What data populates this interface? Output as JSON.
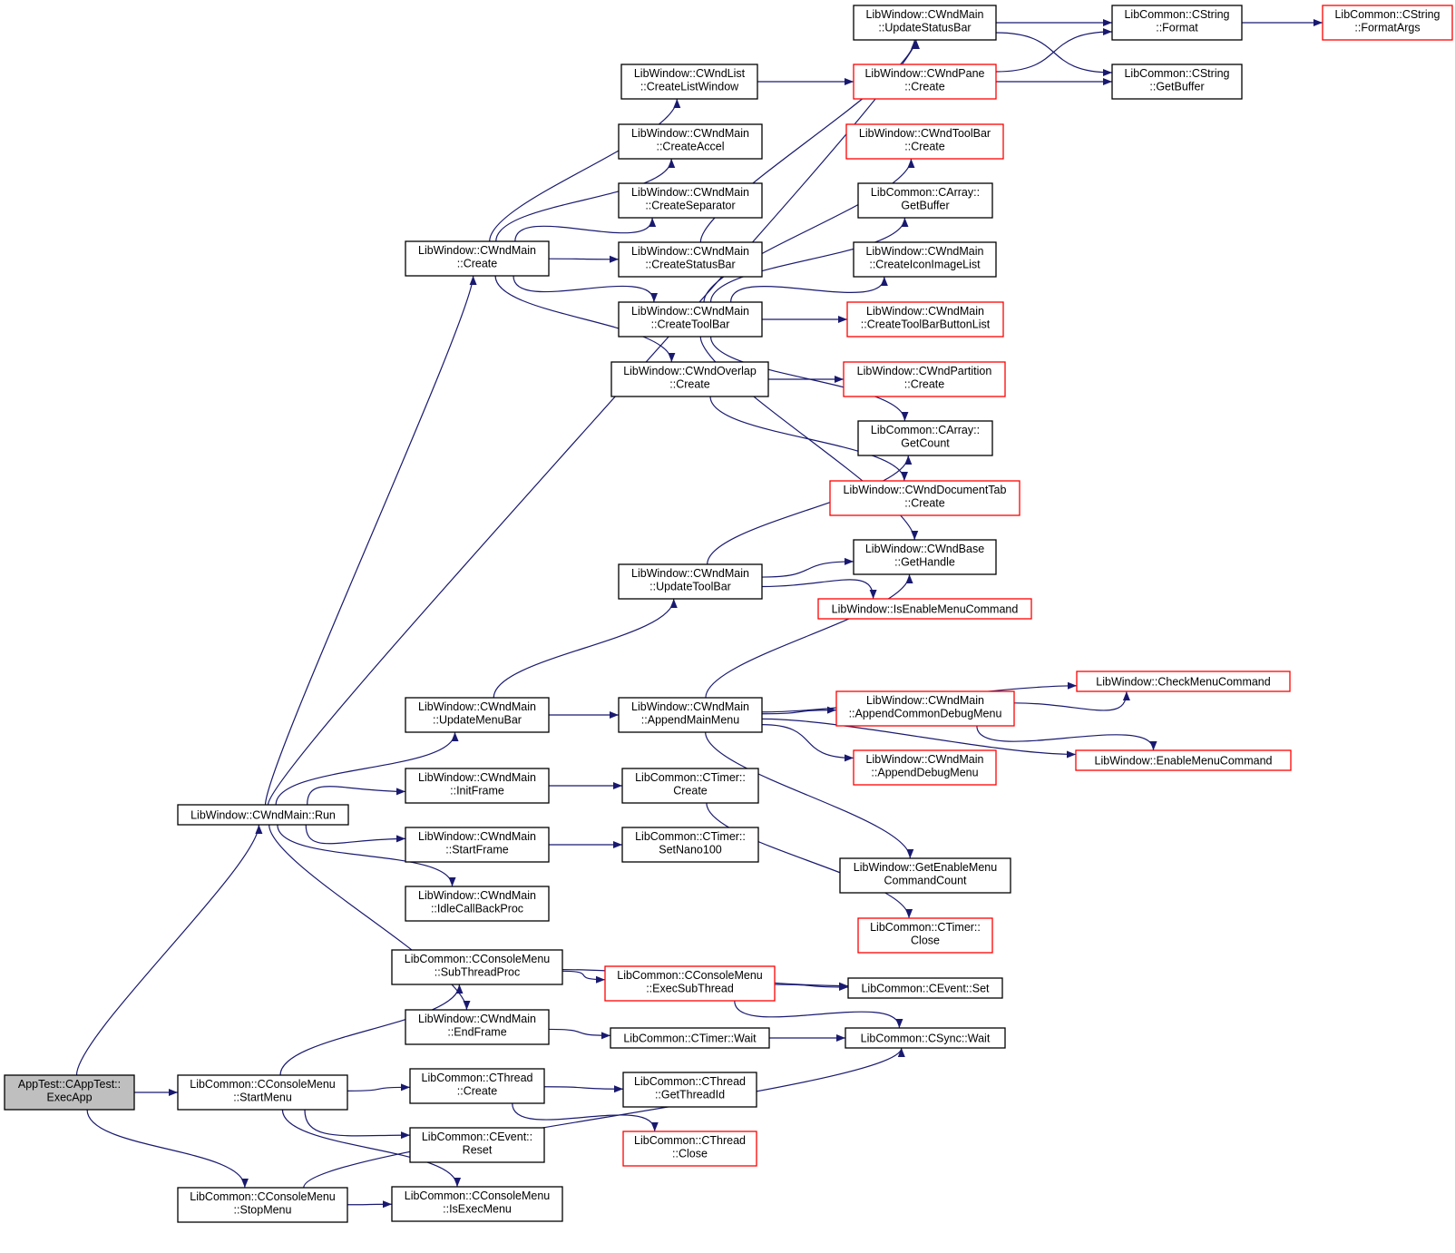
{
  "graph": {
    "colors": {
      "edge": "#191970",
      "root_fill": "#bfbfbf",
      "default_border": "#000000",
      "truncated_border": "#ff0000"
    },
    "nodes": [
      {
        "id": "n0",
        "line1": "AppTest::CAppTest::",
        "line2": "ExecApp",
        "style": "root"
      },
      {
        "id": "n1",
        "line1": "LibWindow::CWndMain::Run",
        "line2": "",
        "style": "normal"
      },
      {
        "id": "n2",
        "line1": "LibCommon::CConsoleMenu",
        "line2": "::StartMenu",
        "style": "normal"
      },
      {
        "id": "n3",
        "line1": "LibCommon::CConsoleMenu",
        "line2": "::StopMenu",
        "style": "normal"
      },
      {
        "id": "n4",
        "line1": "LibWindow::CWndMain",
        "line2": "::Create",
        "style": "normal"
      },
      {
        "id": "n5",
        "line1": "LibWindow::CWndMain",
        "line2": "::UpdateMenuBar",
        "style": "normal"
      },
      {
        "id": "n6",
        "line1": "LibWindow::CWndMain",
        "line2": "::InitFrame",
        "style": "normal"
      },
      {
        "id": "n7",
        "line1": "LibWindow::CWndMain",
        "line2": "::StartFrame",
        "style": "normal"
      },
      {
        "id": "n8",
        "line1": "LibWindow::CWndMain",
        "line2": "::IdleCallBackProc",
        "style": "normal"
      },
      {
        "id": "n9",
        "line1": "LibCommon::CConsoleMenu",
        "line2": "::SubThreadProc",
        "style": "normal"
      },
      {
        "id": "n10",
        "line1": "LibWindow::CWndMain",
        "line2": "::EndFrame",
        "style": "normal"
      },
      {
        "id": "n11",
        "line1": "LibCommon::CThread",
        "line2": "::Create",
        "style": "normal"
      },
      {
        "id": "n12",
        "line1": "LibCommon::CEvent::",
        "line2": "Reset",
        "style": "normal"
      },
      {
        "id": "n13",
        "line1": "LibCommon::CConsoleMenu",
        "line2": "::IsExecMenu",
        "style": "normal"
      },
      {
        "id": "n14",
        "line1": "LibWindow::CWndList",
        "line2": "::CreateListWindow",
        "style": "normal"
      },
      {
        "id": "n15",
        "line1": "LibWindow::CWndMain",
        "line2": "::CreateAccel",
        "style": "normal"
      },
      {
        "id": "n16",
        "line1": "LibWindow::CWndMain",
        "line2": "::CreateSeparator",
        "style": "normal"
      },
      {
        "id": "n17",
        "line1": "LibWindow::CWndMain",
        "line2": "::CreateStatusBar",
        "style": "normal"
      },
      {
        "id": "n18",
        "line1": "LibWindow::CWndMain",
        "line2": "::CreateToolBar",
        "style": "normal"
      },
      {
        "id": "n19",
        "line1": "LibWindow::CWndOverlap",
        "line2": "::Create",
        "style": "normal"
      },
      {
        "id": "n20",
        "line1": "LibWindow::CWndMain",
        "line2": "::UpdateToolBar",
        "style": "normal"
      },
      {
        "id": "n21",
        "line1": "LibWindow::CWndMain",
        "line2": "::AppendMainMenu",
        "style": "normal"
      },
      {
        "id": "n22",
        "line1": "LibCommon::CTimer::",
        "line2": "Create",
        "style": "normal"
      },
      {
        "id": "n23",
        "line1": "LibCommon::CTimer::",
        "line2": "SetNano100",
        "style": "normal"
      },
      {
        "id": "n24",
        "line1": "LibCommon::CConsoleMenu",
        "line2": "::ExecSubThread",
        "style": "truncated"
      },
      {
        "id": "n25",
        "line1": "LibCommon::CTimer::Wait",
        "line2": "",
        "style": "normal"
      },
      {
        "id": "n26",
        "line1": "LibCommon::CThread",
        "line2": "::GetThreadId",
        "style": "normal"
      },
      {
        "id": "n27",
        "line1": "LibCommon::CThread",
        "line2": "::Close",
        "style": "truncated"
      },
      {
        "id": "n28",
        "line1": "LibWindow::CWndMain",
        "line2": "::UpdateStatusBar",
        "style": "normal"
      },
      {
        "id": "n29",
        "line1": "LibWindow::CWndPane",
        "line2": "::Create",
        "style": "truncated"
      },
      {
        "id": "n30",
        "line1": "LibWindow::CWndToolBar",
        "line2": "::Create",
        "style": "truncated"
      },
      {
        "id": "n31",
        "line1": "LibCommon::CArray::",
        "line2": "GetBuffer",
        "style": "normal"
      },
      {
        "id": "n32",
        "line1": "LibWindow::CWndMain",
        "line2": "::CreateIconImageList",
        "style": "normal"
      },
      {
        "id": "n33",
        "line1": "LibWindow::CWndMain",
        "line2": "::CreateToolBarButtonList",
        "style": "truncated"
      },
      {
        "id": "n34",
        "line1": "LibWindow::CWndPartition",
        "line2": "::Create",
        "style": "truncated"
      },
      {
        "id": "n35",
        "line1": "LibCommon::CArray::",
        "line2": "GetCount",
        "style": "normal"
      },
      {
        "id": "n36",
        "line1": "LibWindow::CWndDocumentTab",
        "line2": "::Create",
        "style": "truncated"
      },
      {
        "id": "n37",
        "line1": "LibWindow::CWndBase",
        "line2": "::GetHandle",
        "style": "normal"
      },
      {
        "id": "n38",
        "line1": "LibWindow::IsEnableMenuCommand",
        "line2": "",
        "style": "truncated"
      },
      {
        "id": "n39",
        "line1": "LibWindow::CWndMain",
        "line2": "::AppendCommonDebugMenu",
        "style": "truncated"
      },
      {
        "id": "n40",
        "line1": "LibWindow::CWndMain",
        "line2": "::AppendDebugMenu",
        "style": "truncated"
      },
      {
        "id": "n41",
        "line1": "LibWindow::GetEnableMenu",
        "line2": "CommandCount",
        "style": "normal"
      },
      {
        "id": "n42",
        "line1": "LibCommon::CTimer::",
        "line2": "Close",
        "style": "truncated"
      },
      {
        "id": "n43",
        "line1": "LibCommon::CEvent::Set",
        "line2": "",
        "style": "normal"
      },
      {
        "id": "n44",
        "line1": "LibCommon::CSync::Wait",
        "line2": "",
        "style": "normal"
      },
      {
        "id": "n45",
        "line1": "LibCommon::CString",
        "line2": "::Format",
        "style": "normal"
      },
      {
        "id": "n46",
        "line1": "LibCommon::CString",
        "line2": "::GetBuffer",
        "style": "normal"
      },
      {
        "id": "n47",
        "line1": "LibCommon::CString",
        "line2": "::FormatArgs",
        "style": "truncated"
      },
      {
        "id": "n48",
        "line1": "LibWindow::CheckMenuCommand",
        "line2": "",
        "style": "truncated"
      },
      {
        "id": "n49",
        "line1": "LibWindow::EnableMenuCommand",
        "line2": "",
        "style": "truncated"
      }
    ],
    "edges": [
      [
        "n0",
        "n1"
      ],
      [
        "n0",
        "n2"
      ],
      [
        "n0",
        "n3"
      ],
      [
        "n1",
        "n28"
      ],
      [
        "n1",
        "n4"
      ],
      [
        "n1",
        "n5"
      ],
      [
        "n1",
        "n6"
      ],
      [
        "n1",
        "n7"
      ],
      [
        "n1",
        "n8"
      ],
      [
        "n1",
        "n10"
      ],
      [
        "n2",
        "n9"
      ],
      [
        "n2",
        "n11"
      ],
      [
        "n2",
        "n12"
      ],
      [
        "n2",
        "n13"
      ],
      [
        "n3",
        "n13"
      ],
      [
        "n3",
        "n44"
      ],
      [
        "n4",
        "n14"
      ],
      [
        "n4",
        "n15"
      ],
      [
        "n4",
        "n16"
      ],
      [
        "n4",
        "n17"
      ],
      [
        "n4",
        "n18"
      ],
      [
        "n4",
        "n19"
      ],
      [
        "n5",
        "n20"
      ],
      [
        "n5",
        "n21"
      ],
      [
        "n6",
        "n22"
      ],
      [
        "n7",
        "n23"
      ],
      [
        "n9",
        "n43"
      ],
      [
        "n9",
        "n24"
      ],
      [
        "n10",
        "n25"
      ],
      [
        "n11",
        "n26"
      ],
      [
        "n11",
        "n27"
      ],
      [
        "n14",
        "n29"
      ],
      [
        "n17",
        "n28"
      ],
      [
        "n18",
        "n30"
      ],
      [
        "n18",
        "n31"
      ],
      [
        "n18",
        "n32"
      ],
      [
        "n18",
        "n33"
      ],
      [
        "n18",
        "n35"
      ],
      [
        "n18",
        "n37"
      ],
      [
        "n19",
        "n34"
      ],
      [
        "n19",
        "n36"
      ],
      [
        "n20",
        "n35"
      ],
      [
        "n20",
        "n37"
      ],
      [
        "n20",
        "n38"
      ],
      [
        "n21",
        "n37"
      ],
      [
        "n21",
        "n48"
      ],
      [
        "n21",
        "n39"
      ],
      [
        "n21",
        "n40"
      ],
      [
        "n21",
        "n49"
      ],
      [
        "n21",
        "n41"
      ],
      [
        "n22",
        "n42"
      ],
      [
        "n24",
        "n43"
      ],
      [
        "n24",
        "n44"
      ],
      [
        "n25",
        "n44"
      ],
      [
        "n28",
        "n45"
      ],
      [
        "n28",
        "n46"
      ],
      [
        "n29",
        "n45"
      ],
      [
        "n29",
        "n46"
      ],
      [
        "n45",
        "n47"
      ],
      [
        "n39",
        "n48"
      ],
      [
        "n39",
        "n49"
      ]
    ]
  }
}
